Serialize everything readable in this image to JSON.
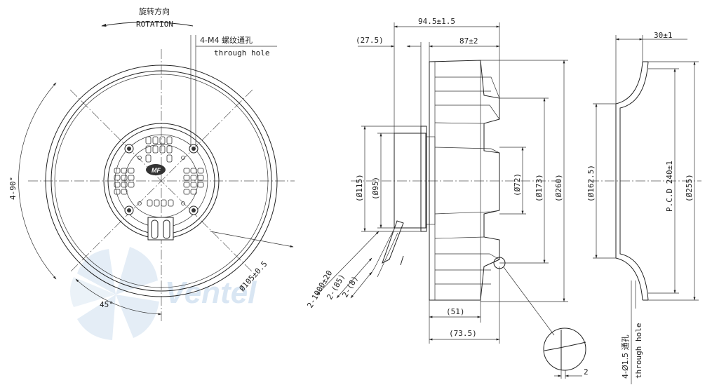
{
  "front_view": {
    "rotation_cn": "旋转方向",
    "rotation_en": "ROTATION",
    "hole_spec_cn": "4-M4 螺纹通孔",
    "hole_spec_en": "through hole",
    "angle_90": "4-90°",
    "angle_45": "45°",
    "bolt_circle": "Ø105±0.5"
  },
  "side_view": {
    "overall_width": "94.5±1.5",
    "offset": "(27.5)",
    "impeller_width": "87±2",
    "motor_dia": "(Ø115)",
    "flange_dia": "(Ø95)",
    "hub_dia": "(Ø72)",
    "impeller_inner": "(Ø173)",
    "impeller_outer": "(Ø260)",
    "cable_length": "2-1000±20",
    "cable_strip": "2-(85)",
    "cable_end": "2-(8)",
    "depth_a": "(51)",
    "depth_b": "(73.5)",
    "detail_gap": "2"
  },
  "inlet_ring": {
    "height": "30±1",
    "throat_dia": "(Ø162.5)",
    "pcd": "P.C.D 240±1",
    "outer_dia": "(Ø255)",
    "hole_spec_cn": "4-Ø1.5 通孔",
    "hole_spec_en": "through hole"
  },
  "watermark": {
    "brand": "Ventel"
  }
}
